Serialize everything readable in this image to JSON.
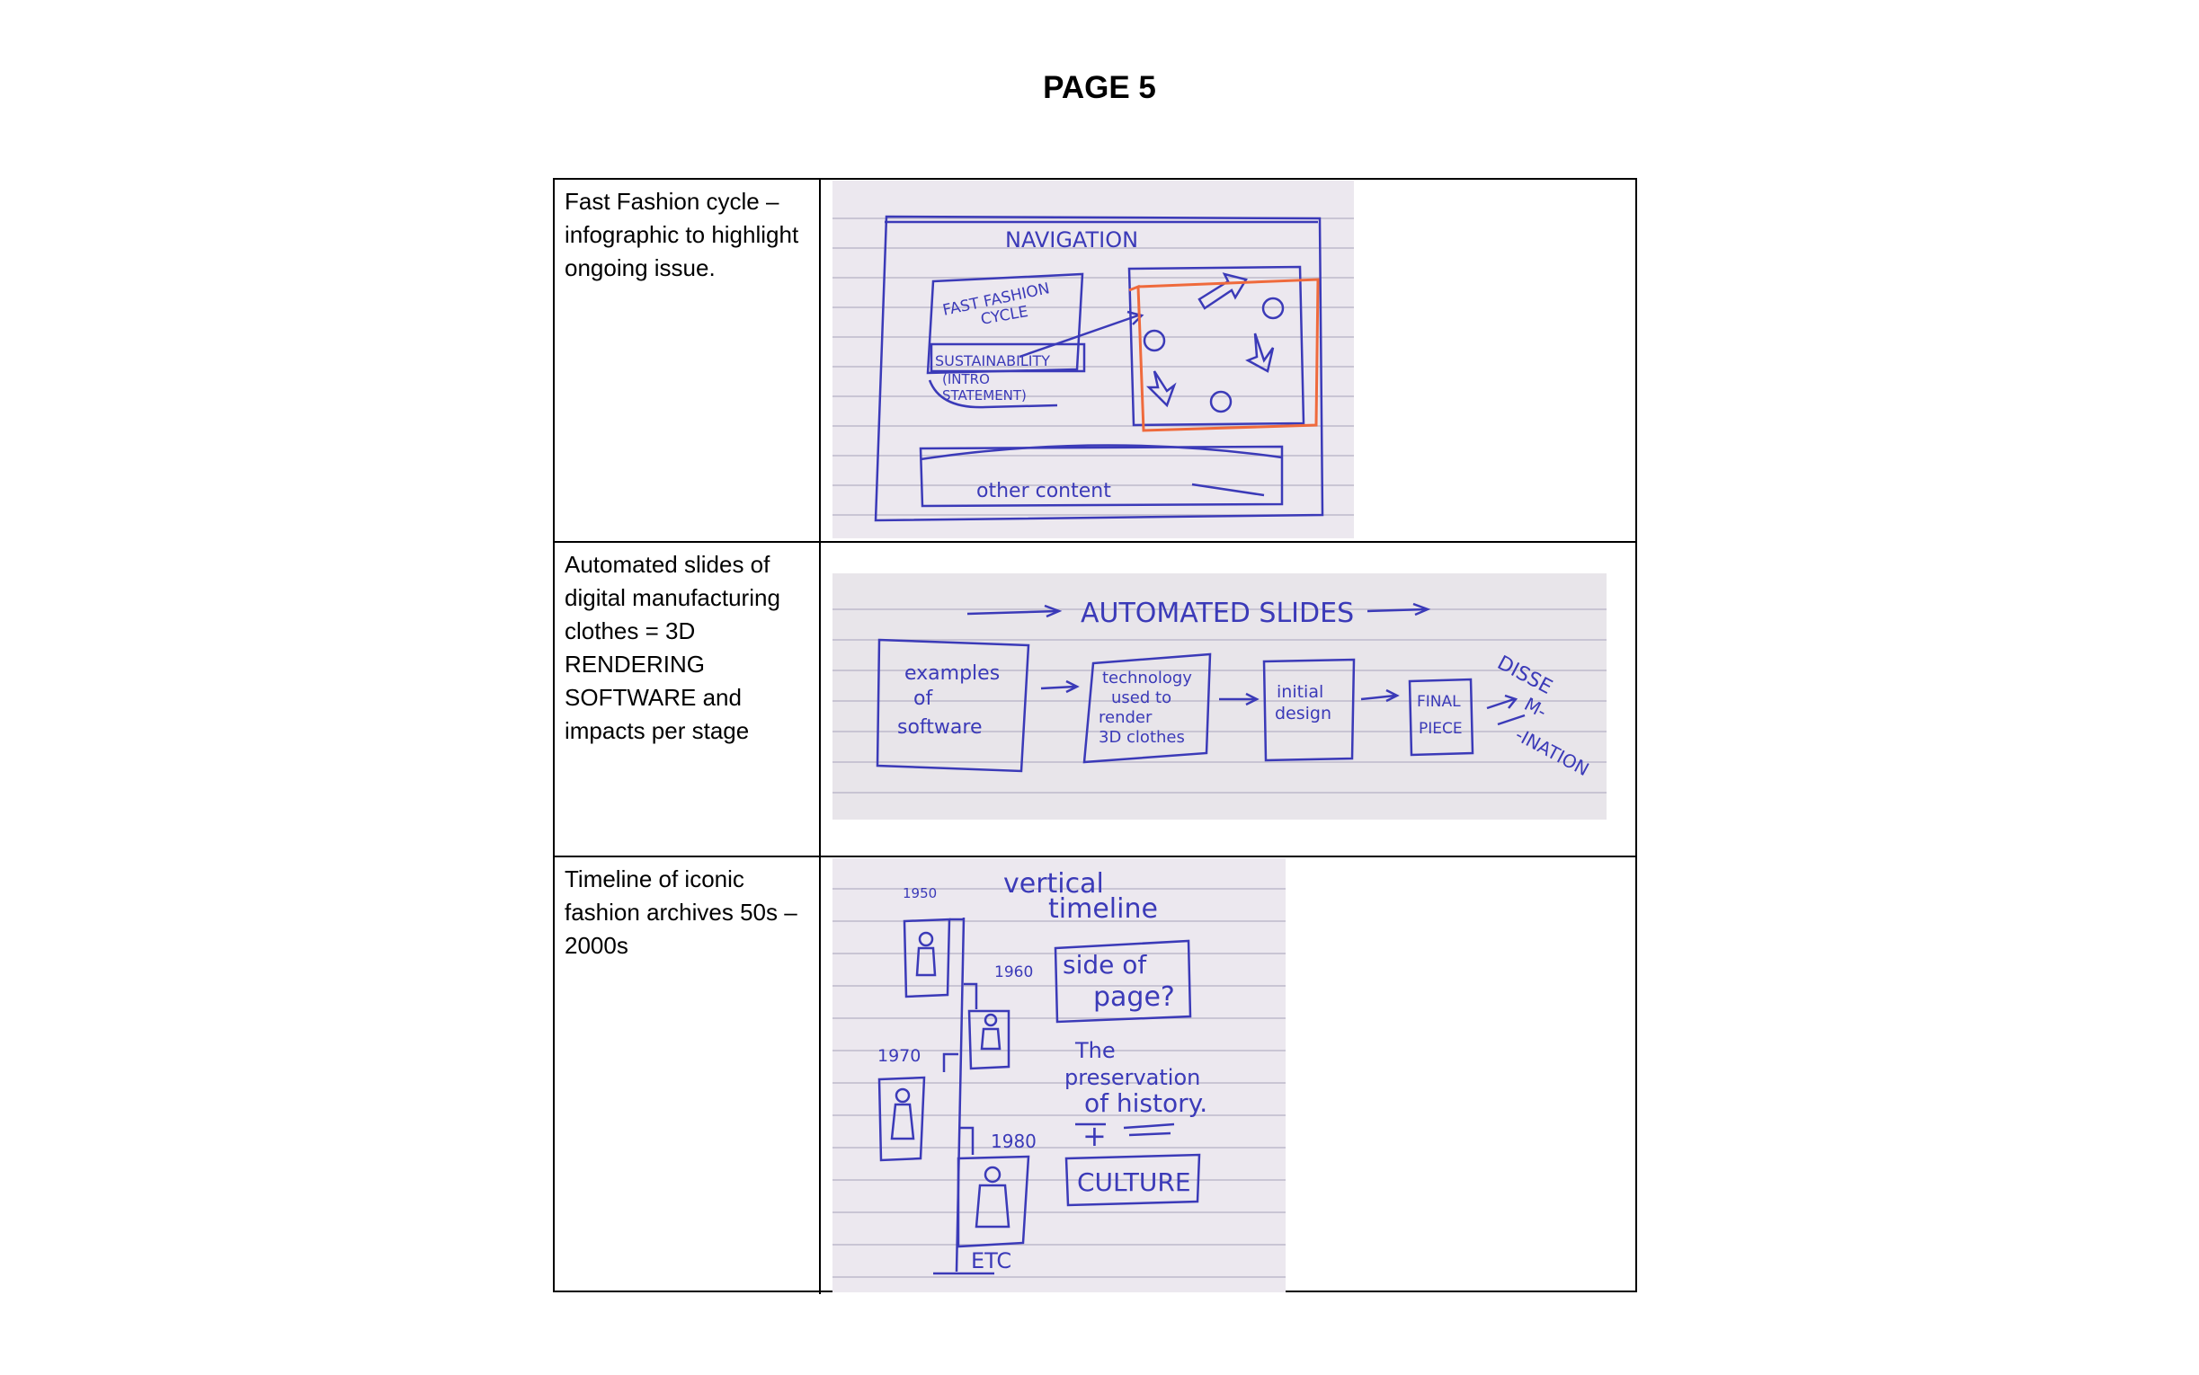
{
  "page": {
    "title": "PAGE 5"
  },
  "rows": [
    {
      "label": "Fast Fashion cycle – infographic to highlight ongoing issue.",
      "sketch": {
        "navigation": "NAVIGATION",
        "fast_fashion": "FAST FASHION",
        "cycle": "CYCLE",
        "sustainability": "SUSTAINABILITY",
        "intro": "(INTRO",
        "statement": "STATEMENT)",
        "other_content": "other content"
      }
    },
    {
      "label": "Automated slides of digital manufacturing clothes = 3D RENDERING SOFTWARE and impacts per stage",
      "sketch": {
        "title": "AUTOMATED SLIDES",
        "box1": [
          "examples",
          "of",
          "software"
        ],
        "box2": [
          "technology",
          "used to",
          "render",
          "3D clothes"
        ],
        "box3": [
          "initial",
          "design"
        ],
        "box4": [
          "FINAL",
          "PIECE"
        ],
        "dissemination": [
          "DISSE",
          "M-",
          "-INATION"
        ]
      }
    },
    {
      "label": "Timeline of iconic fashion archives 50s – 2000s",
      "sketch": {
        "heading": [
          "vertical",
          "timeline"
        ],
        "years": [
          "1950",
          "1960",
          "1970",
          "1980"
        ],
        "side_note": [
          "side of",
          "page?"
        ],
        "note": [
          "The",
          "preservation",
          "of history."
        ],
        "plus": "+",
        "culture": "CULTURE",
        "etc": "ETC"
      }
    }
  ],
  "colors": {
    "ink": "#3b3ab8",
    "paper": "#ece8ef",
    "rule": "#b9b5c7",
    "accent": "#ef6a3c"
  }
}
